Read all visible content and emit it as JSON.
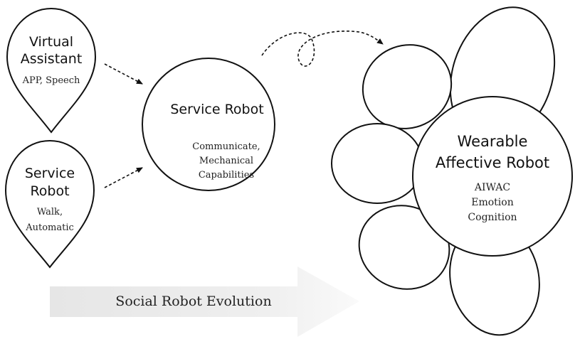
{
  "virtual_assistant": {
    "title_line1": "Virtual",
    "title_line2": "Assistant",
    "subtitle": "APP, Speech"
  },
  "service_robot_pin": {
    "title_line1": "Service",
    "title_line2": "Robot",
    "subtitle_line1": "Walk,",
    "subtitle_line2": "Automatic"
  },
  "service_robot_center": {
    "title": "Service Robot",
    "desc_line1": "Communicate,",
    "desc_line2": "Mechanical",
    "desc_line3": "Capabilities"
  },
  "wearable_affective_robot": {
    "title_line1": "Wearable",
    "title_line2": "Affective Robot",
    "desc_line1": "AIWAC",
    "desc_line2": "Emotion",
    "desc_line3": "Cognition"
  },
  "evolution_arrow": {
    "label": "Social Robot Evolution"
  }
}
